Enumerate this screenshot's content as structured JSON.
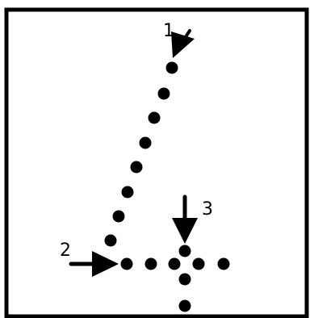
{
  "diagram": {
    "stroke_labels": [
      {
        "id": "stroke-1",
        "text": "1"
      },
      {
        "id": "stroke-2",
        "text": "2"
      },
      {
        "id": "stroke-3",
        "text": "3"
      }
    ]
  },
  "colors": {
    "ink": "#000000",
    "background": "#ffffff"
  }
}
